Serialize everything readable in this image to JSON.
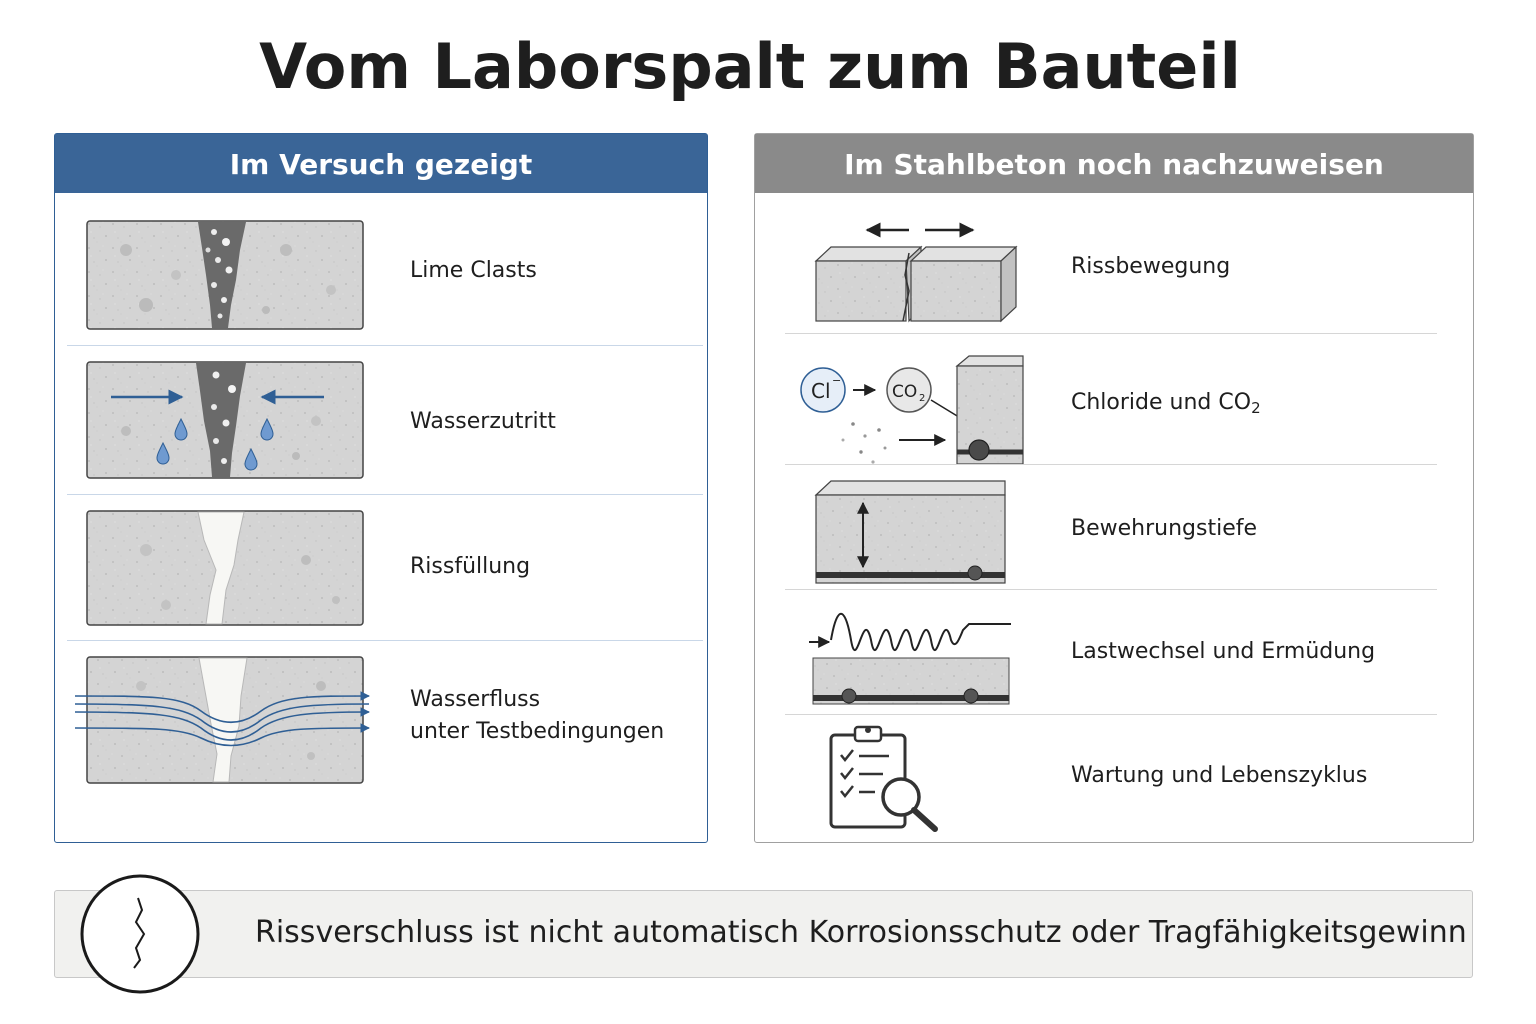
{
  "title": "Vom Laborspalt zum Bauteil",
  "left_panel": {
    "header": "Im Versuch gezeigt",
    "items": [
      {
        "label": "Lime Clasts",
        "icon": "concrete-crack-lime-clasts-icon"
      },
      {
        "label": "Wasserzutritt",
        "icon": "concrete-crack-water-ingress-icon"
      },
      {
        "label": "Rissfüllung",
        "icon": "concrete-crack-filled-icon"
      },
      {
        "label_line1": "Wasserfluss",
        "label_line2": "unter Testbedingungen",
        "icon": "concrete-crack-water-flow-icon"
      }
    ]
  },
  "right_panel": {
    "header": "Im Stahlbeton noch nachzuweisen",
    "items": [
      {
        "label": "Rissbewegung",
        "icon": "crack-movement-icon"
      },
      {
        "label": "Chloride und CO",
        "label_sub": "2",
        "icon": "chloride-co2-icon",
        "cl_text": "Cl",
        "cl_sup": "−",
        "co2_text": "CO",
        "co2_sub": "2"
      },
      {
        "label": "Bewehrungstiefe",
        "icon": "reinforcement-depth-icon"
      },
      {
        "label": "Lastwechsel und Ermüdung",
        "icon": "load-cycle-fatigue-icon"
      },
      {
        "label": "Wartung und Lebenszyklus",
        "icon": "clipboard-inspection-icon"
      }
    ]
  },
  "footer": {
    "text": "Rissverschluss ist nicht automatisch Korrosionsschutz oder Tragfähigkeitsgewinn",
    "icon": "crack-circle-icon"
  },
  "colors": {
    "left_header": "#3a6597",
    "right_header": "#8a8a8a",
    "arrow_blue": "#2f5f95",
    "concrete": "#d3d3d3"
  }
}
